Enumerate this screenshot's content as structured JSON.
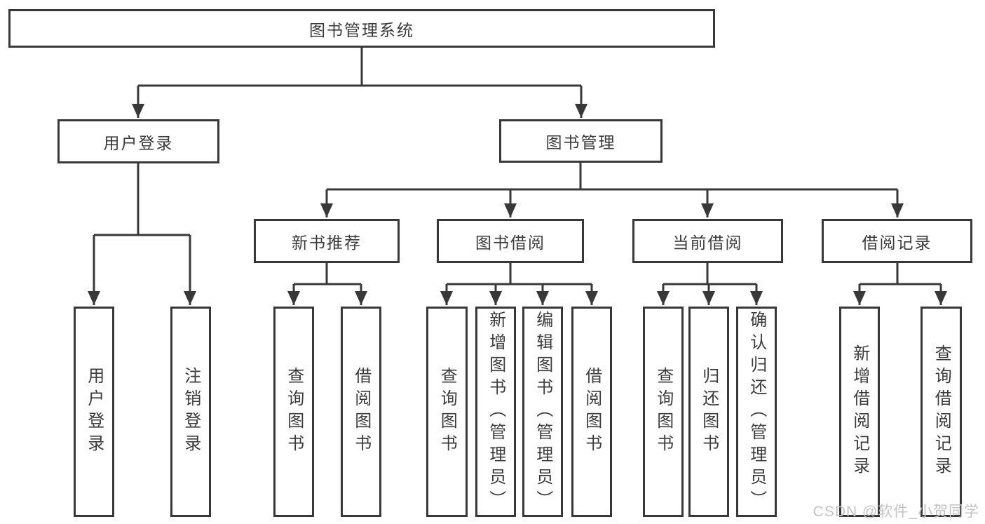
{
  "diagram": {
    "title": "图书管理系统",
    "colors": {
      "line": "#383838",
      "box_border": "#383838",
      "text": "#3b3b3b",
      "watermark": "#c3c3c3",
      "background": "#ffffff"
    },
    "tree": {
      "label": "图书管理系统",
      "children": [
        {
          "label": "用户登录",
          "children": [
            {
              "label": "用户登录"
            },
            {
              "label": "注销登录"
            }
          ]
        },
        {
          "label": "图书管理",
          "children": [
            {
              "label": "新书推荐",
              "children": [
                {
                  "label": "查询图书"
                },
                {
                  "label": "借阅图书"
                }
              ]
            },
            {
              "label": "图书借阅",
              "children": [
                {
                  "label": "查询图书"
                },
                {
                  "label": "新增图书（管理员）"
                },
                {
                  "label": "编辑图书（管理员）"
                },
                {
                  "label": "借阅图书"
                }
              ]
            },
            {
              "label": "当前借阅",
              "children": [
                {
                  "label": "查询图书"
                },
                {
                  "label": "归还图书"
                },
                {
                  "label": "确认归还（管理员）"
                }
              ]
            },
            {
              "label": "借阅记录",
              "children": [
                {
                  "label": "新增借阅记录"
                },
                {
                  "label": "查询借阅记录"
                }
              ]
            }
          ]
        }
      ]
    },
    "watermark": "CSDN @软件_小贺同学"
  }
}
